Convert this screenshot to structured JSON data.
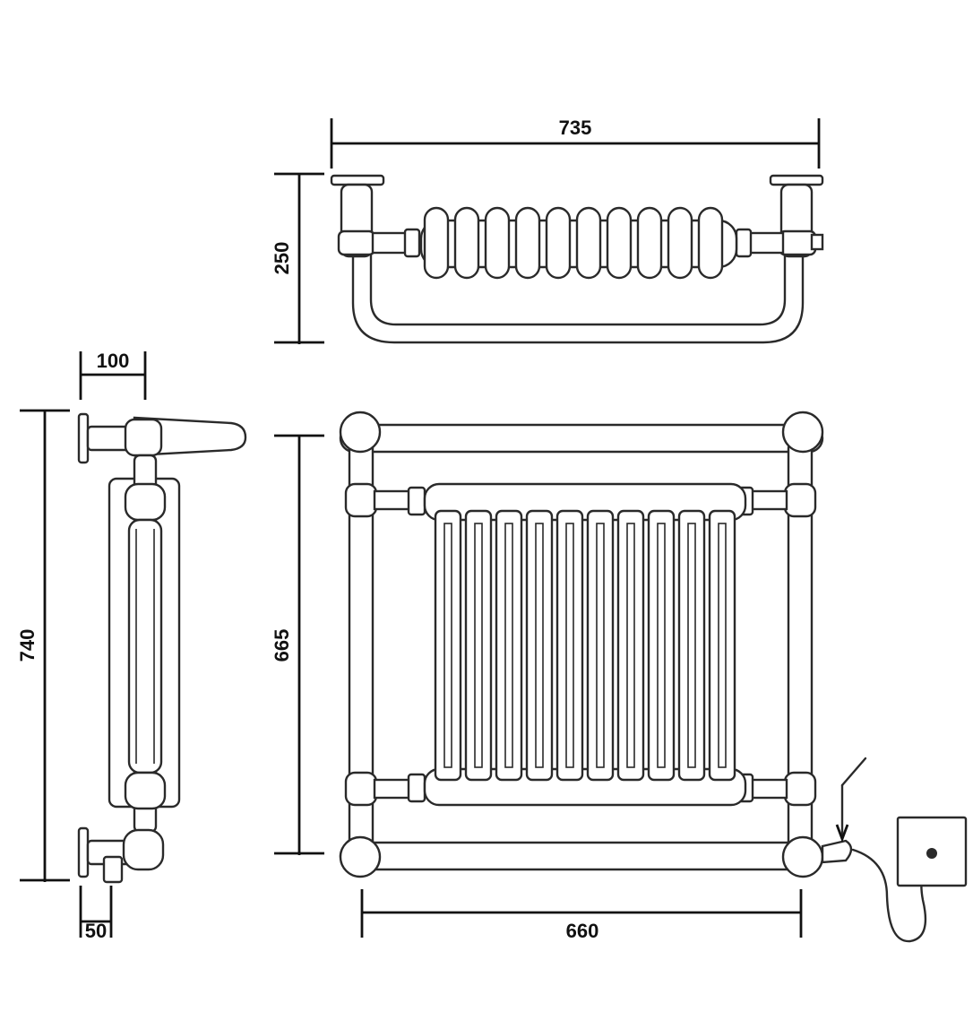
{
  "dimensions": {
    "top_width": "735",
    "top_depth": "250",
    "side_depth": "100",
    "side_height": "740",
    "side_offset": "50",
    "front_height": "665",
    "front_centres": "660"
  },
  "colors": {
    "ink": "#2a2a2a",
    "background": "#ffffff"
  }
}
